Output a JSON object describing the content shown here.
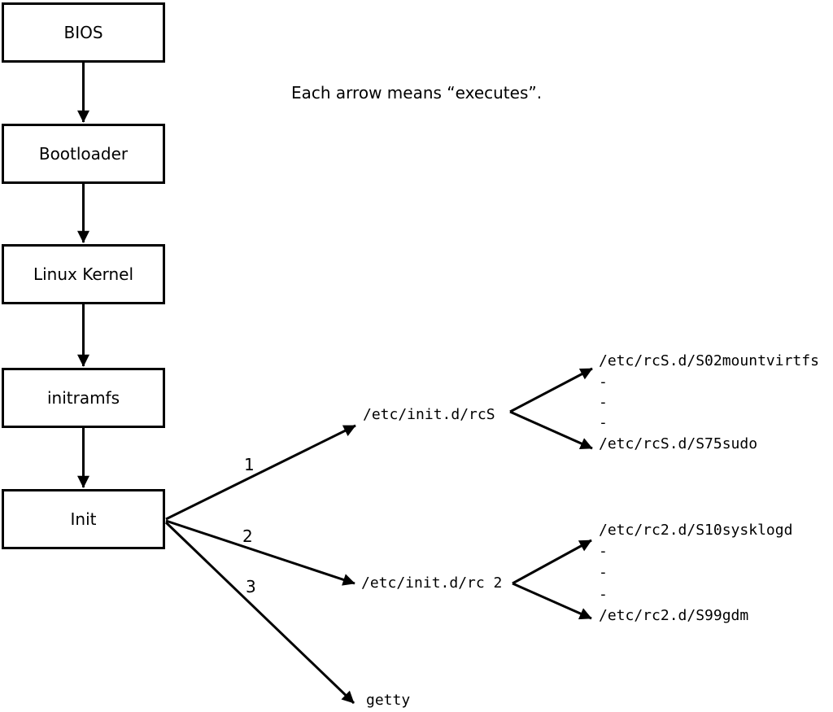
{
  "caption": "Each arrow means “executes”.",
  "chain": [
    {
      "label": "BIOS"
    },
    {
      "label": "Bootloader"
    },
    {
      "label": "Linux Kernel"
    },
    {
      "label": "initramfs"
    },
    {
      "label": "Init"
    }
  ],
  "branches": [
    {
      "number": "1",
      "target": "/etc/init.d/rcS",
      "children": [
        "/etc/rcS.d/S02mountvirtfs",
        "-",
        "-",
        "-",
        "/etc/rcS.d/S75sudo"
      ]
    },
    {
      "number": "2",
      "target": "/etc/init.d/rc 2",
      "children": [
        "/etc/rc2.d/S10sysklogd",
        "-",
        "-",
        "-",
        "/etc/rc2.d/S99gdm"
      ]
    },
    {
      "number": "3",
      "target": "getty",
      "children": []
    }
  ],
  "colors": {
    "line": "#000000",
    "background": "#ffffff",
    "box_fill": "#ffffff"
  }
}
